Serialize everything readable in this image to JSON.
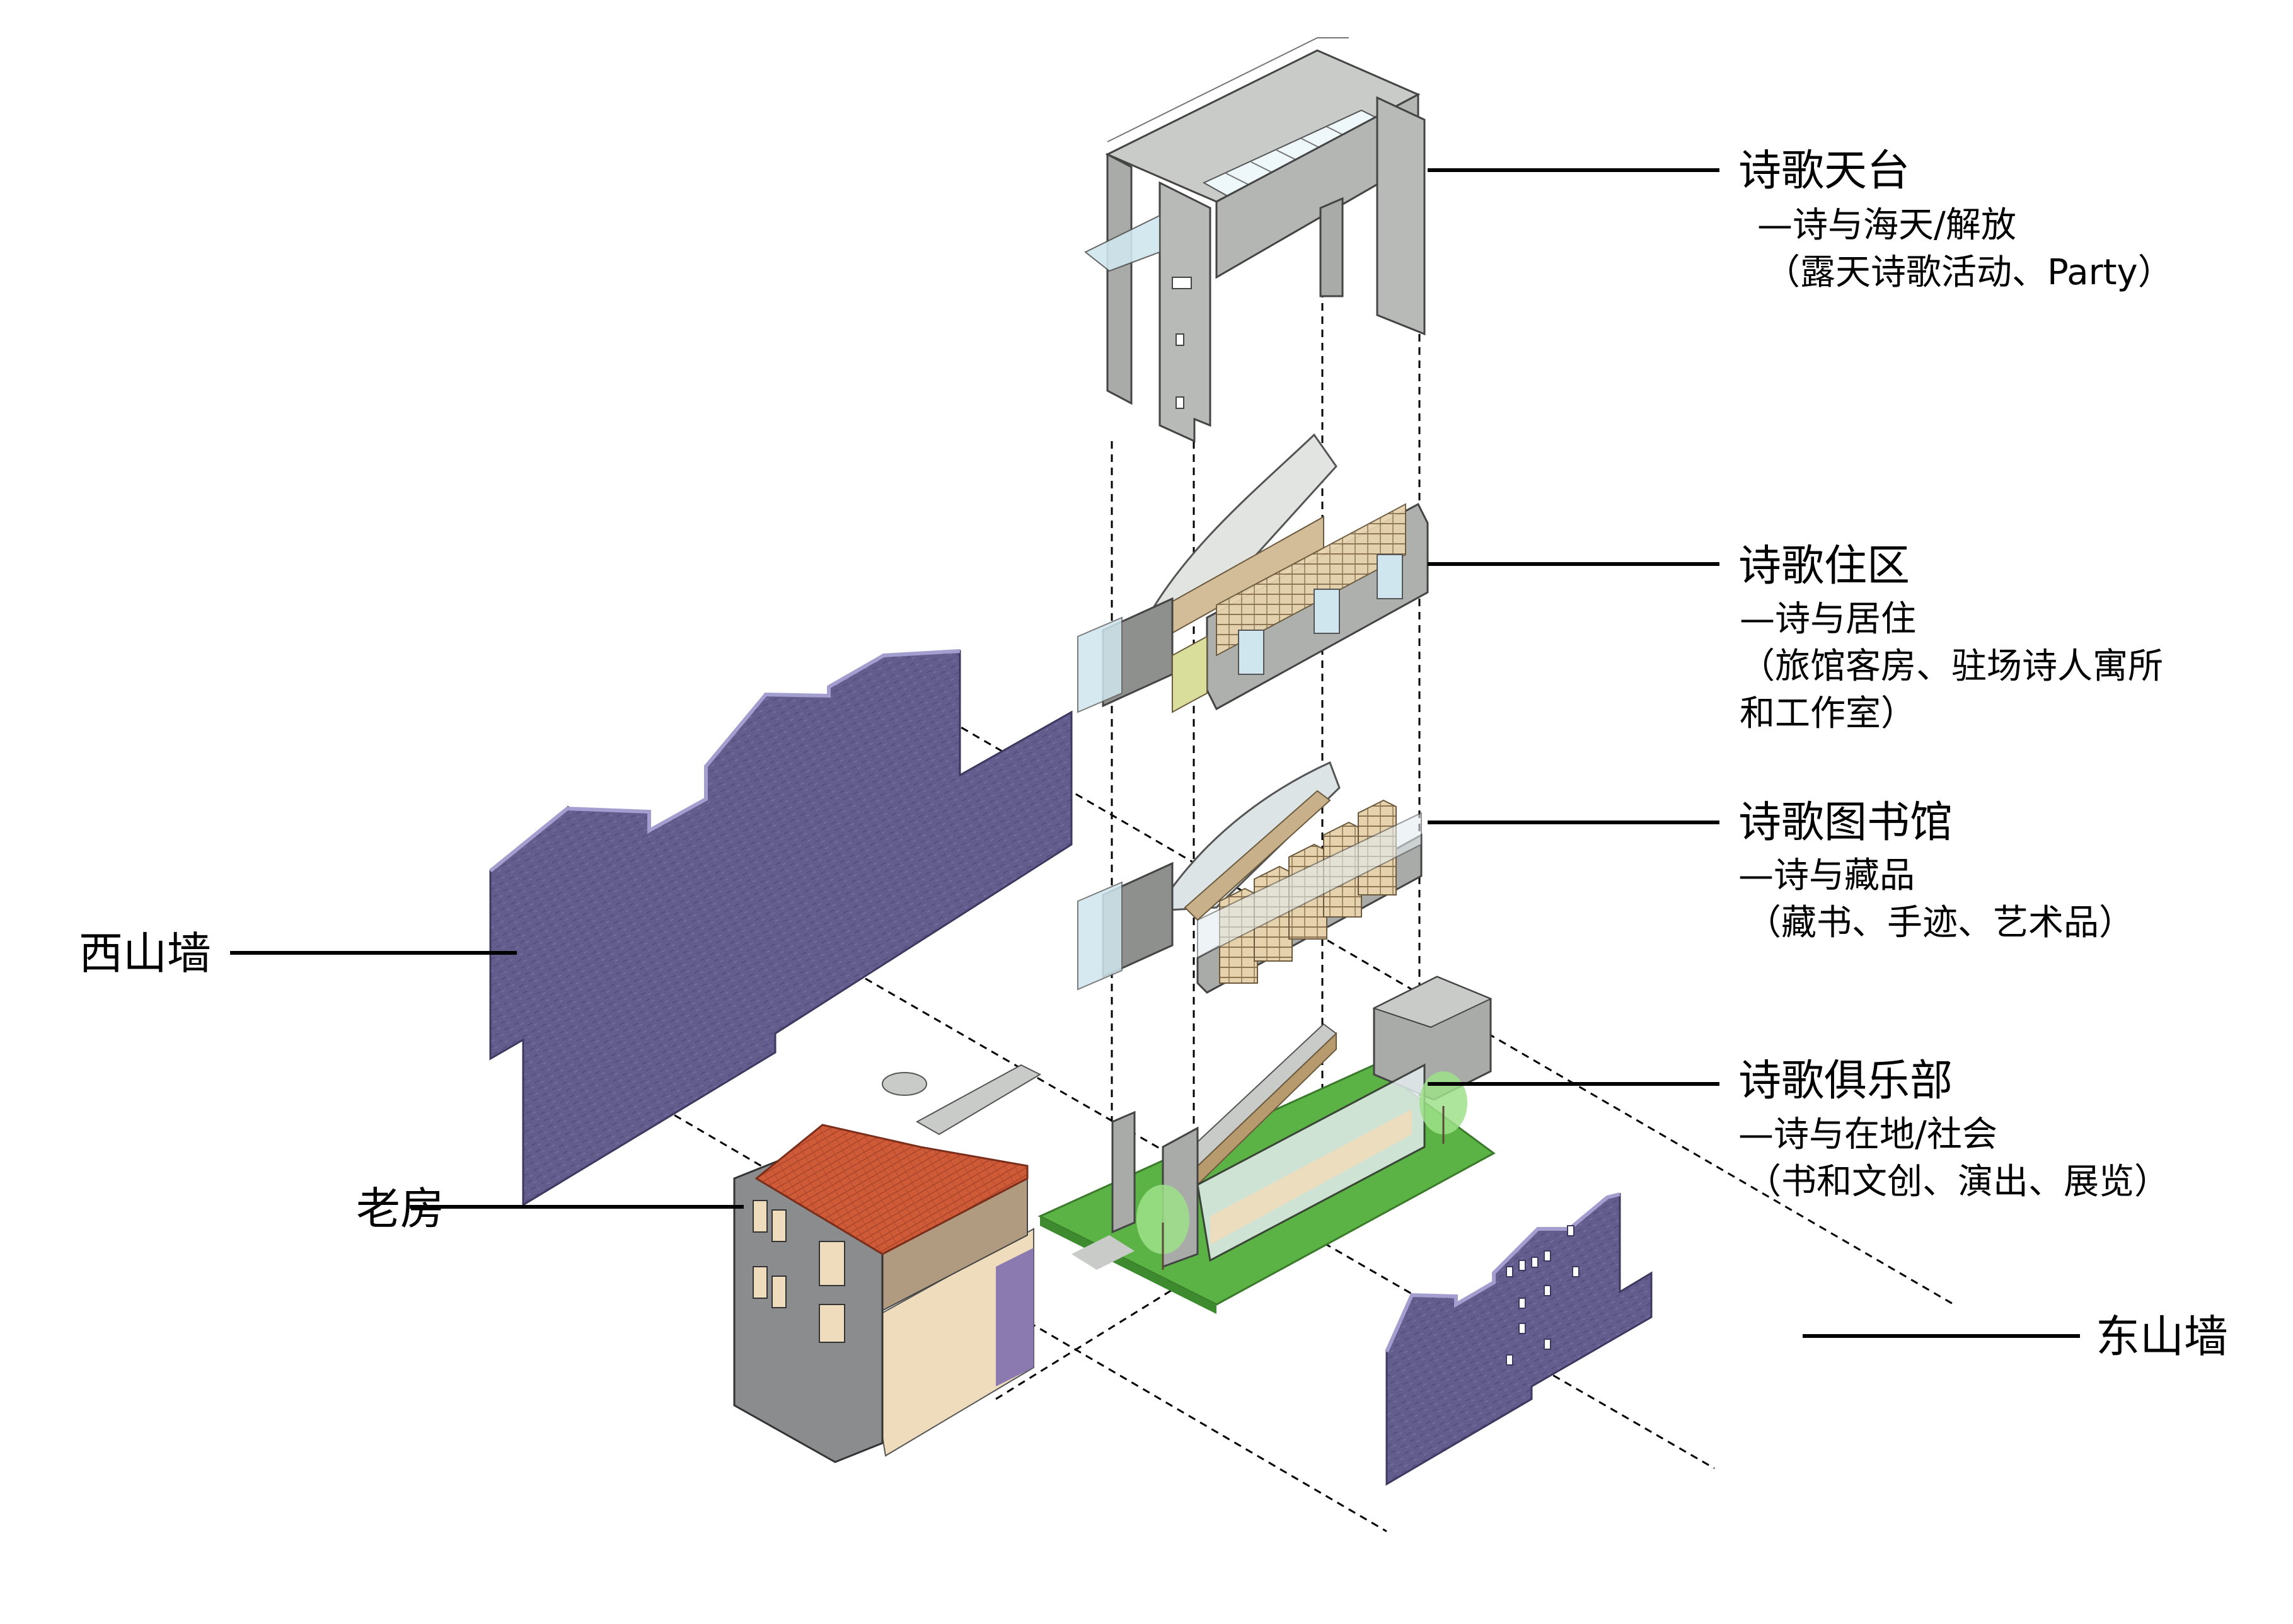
{
  "diagram": {
    "type": "exploded-axonometric",
    "colors": {
      "concrete": "#b9bbb8",
      "concrete_dark": "#8e908d",
      "glass": "#cfe6ee",
      "wood": "#d7c3a0",
      "wood_dark": "#b69c78",
      "lawn": "#5cb345",
      "tree": "#9ee08a",
      "gable_wall": "#5f5a8a",
      "gable_wall_edge": "#9a93c9",
      "roof_tile": "#cf5a37",
      "old_house_stone": "#8a8c8e",
      "interior_floor": "#efdcbc",
      "leader_line": "#000000"
    }
  },
  "labels": {
    "rooftop": {
      "title": "诗歌天台",
      "subtitle": "—诗与海天/解放",
      "detail": "（露天诗歌活动、Party）"
    },
    "residence": {
      "title": "诗歌住区",
      "subtitle": "—诗与居住",
      "detail_line1": "（旅馆客房、驻场诗人寓所",
      "detail_line2": "和工作室）"
    },
    "library": {
      "title": "诗歌图书馆",
      "subtitle": "—诗与藏品",
      "detail": "（藏书、手迹、艺术品）"
    },
    "club": {
      "title": "诗歌俱乐部",
      "subtitle": "—诗与在地/社会",
      "detail": "（书和文创、演出、展览）"
    },
    "west_gable": "西山墙",
    "old_house": "老房",
    "east_gable": "东山墙"
  }
}
